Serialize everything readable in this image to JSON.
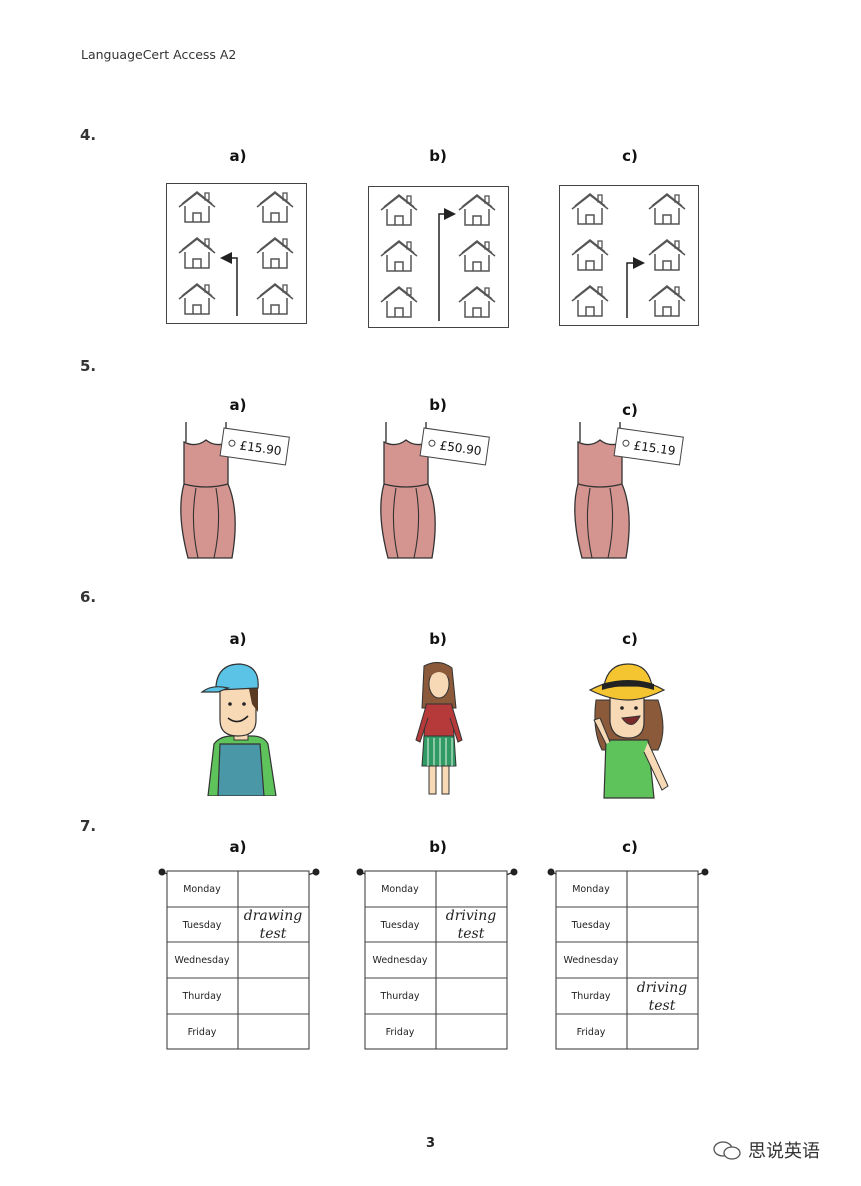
{
  "header": {
    "title": "LanguageCert Access A2"
  },
  "questions": [
    {
      "number": "4.",
      "options": [
        "a)",
        "b)",
        "c)"
      ]
    },
    {
      "number": "5.",
      "options": [
        "a)",
        "b)",
        "c)"
      ],
      "prices": [
        "£15.90",
        "£50.90",
        "£15.19"
      ]
    },
    {
      "number": "6.",
      "options": [
        "a)",
        "b)",
        "c)"
      ]
    },
    {
      "number": "7.",
      "options": [
        "a)",
        "b)",
        "c)"
      ],
      "days": [
        "Monday",
        "Tuesday",
        "Wednesday",
        "Thurday",
        "Friday"
      ],
      "notes": [
        {
          "line1": "drawing",
          "line2": "test"
        },
        {
          "line1": "driving",
          "line2": "test"
        },
        {
          "line1": "driving",
          "line2": "test"
        }
      ]
    }
  ],
  "footer": {
    "page_number": "3",
    "watermark": "思说英语"
  },
  "colors": {
    "dress": "#d49490",
    "cap": "#5bc4e6",
    "shirt_blue": "#4a97a8",
    "shirt_green": "#5fc35c",
    "hat": "#f5c531",
    "top_red": "#b63a3a",
    "skirt_green": "#2f9a63"
  }
}
